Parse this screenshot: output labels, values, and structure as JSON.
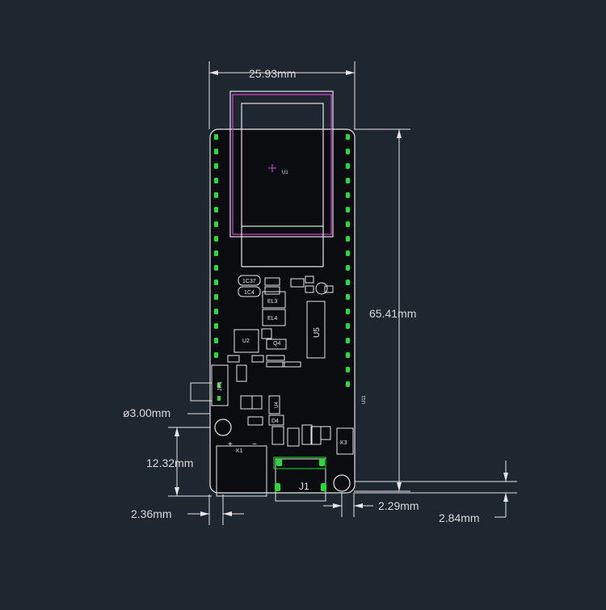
{
  "colors": {
    "background": "#1e2730",
    "board": "#0a0c0f",
    "outline": "#e6e6e6",
    "pad": "#22e032",
    "antenna": "#e040e0",
    "dimension_line": "#e6e6e6",
    "dimension_text": "#d8d8d8"
  },
  "dimensions": {
    "width": "25.93mm",
    "height": "65.41mm",
    "hole_diameter": "ø3.00mm",
    "hole_offset_y": "12.32mm",
    "left_offset": "2.36mm",
    "right_offset": "2.29mm",
    "bottom_offset": "2.84mm"
  },
  "labels": {
    "u1": "U1",
    "u5": "U5",
    "u11": "U11",
    "j1": "J1",
    "k1": "K1",
    "k3": "K3",
    "el3": "EL3",
    "el4": "EL4",
    "u2": "U2",
    "u4": "U4",
    "q4": "Q4",
    "d4": "D4",
    "jp1": "JP1",
    "c1": "1C4",
    "c37": "1C37"
  }
}
